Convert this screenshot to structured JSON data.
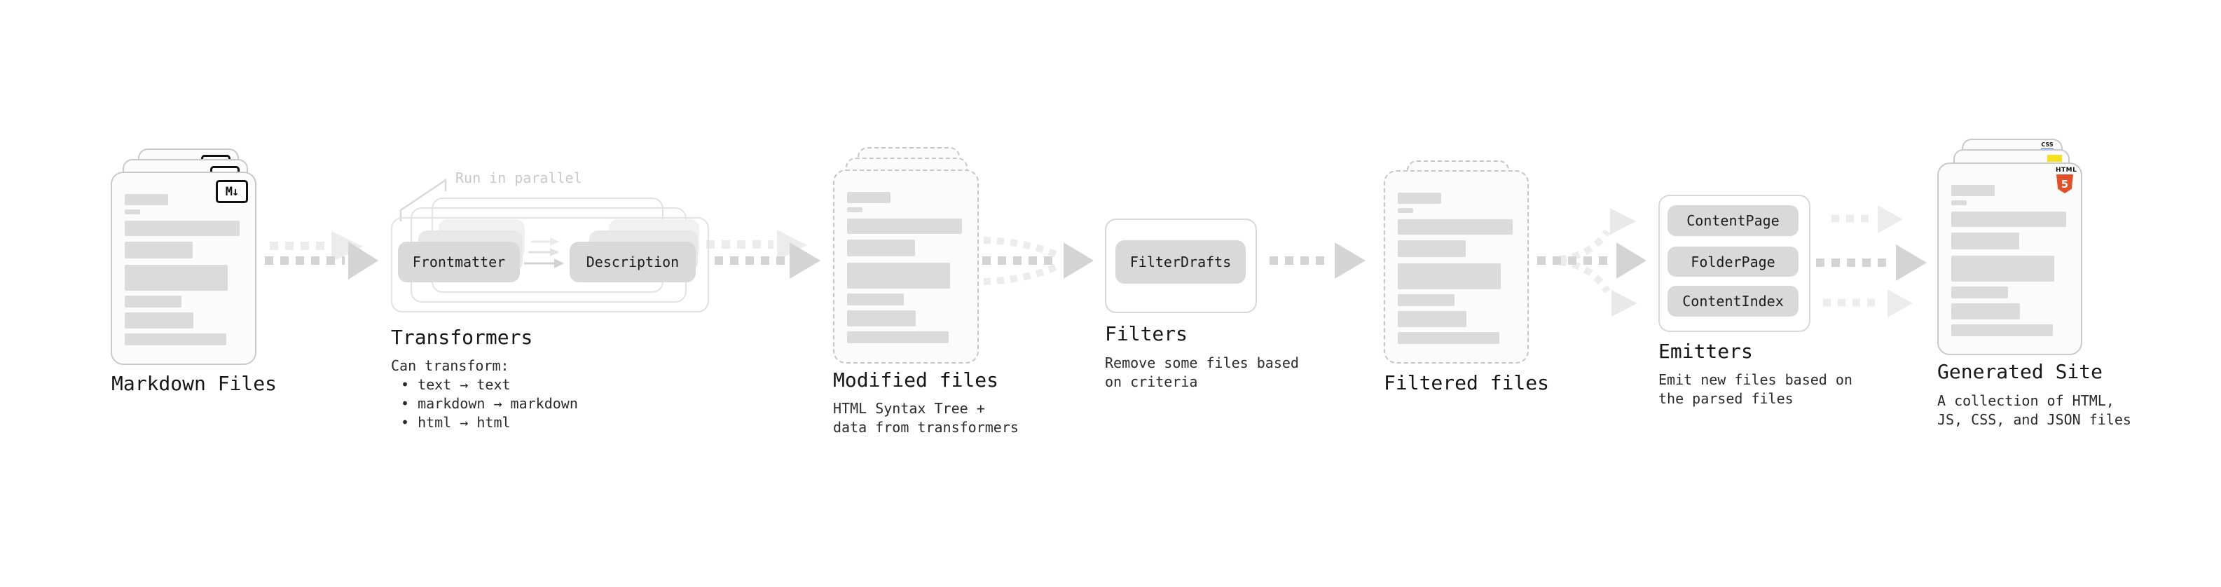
{
  "colors": {
    "arrow_dark": "#d4d4d4",
    "arrow_light": "#ececec",
    "chip_bg": "#d9d9d9",
    "markdown_icon_ink": "#111111",
    "html5_orange": "#e34f26",
    "js_yellow": "#f7df1e",
    "css_blue": "#2965f1"
  },
  "nodes": {
    "markdown_files": {
      "label": "Markdown Files",
      "icon_text": "M↓"
    },
    "transformers": {
      "label": "Transformers",
      "annotation": "Run in parallel",
      "chips": [
        "Frontmatter",
        "Description"
      ],
      "caption": "Can transform:",
      "bullets": [
        "• text → text",
        "• markdown → markdown",
        "• html → html"
      ]
    },
    "modified_files": {
      "label": "Modified files",
      "caption": "HTML Syntax Tree +\ndata from transformers"
    },
    "filters": {
      "label": "Filters",
      "chips": [
        "FilterDrafts"
      ],
      "caption": "Remove some files based\non criteria"
    },
    "filtered_files": {
      "label": "Filtered files"
    },
    "emitters": {
      "label": "Emitters",
      "chips": [
        "ContentPage",
        "FolderPage",
        "ContentIndex"
      ],
      "caption": "Emit new files based on\nthe parsed files"
    },
    "generated_site": {
      "label": "Generated Site",
      "caption": "A collection of HTML,\nJS, CSS, and JSON files",
      "badge_css": "CSS",
      "badge_html": "HTML",
      "badge_html5_number": "5"
    }
  }
}
